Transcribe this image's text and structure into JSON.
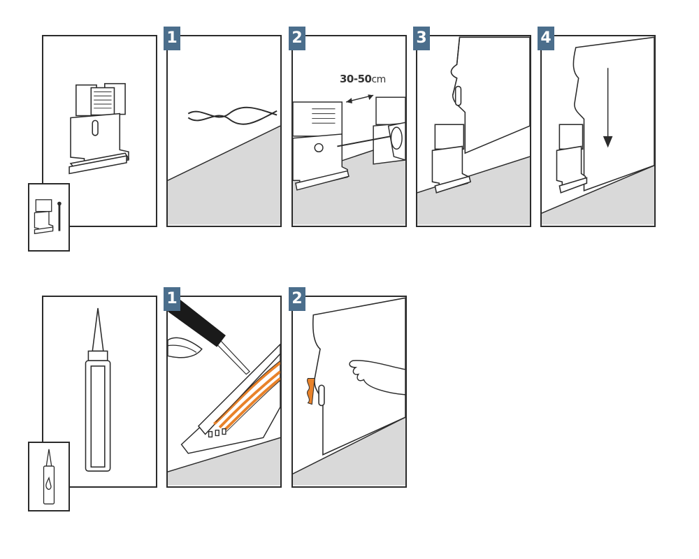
{
  "row1": {
    "steps": [
      {
        "number": "1"
      },
      {
        "number": "2",
        "distance_value": "30-50",
        "distance_unit": "cm"
      },
      {
        "number": "3"
      },
      {
        "number": "4"
      }
    ]
  },
  "row2": {
    "steps": [
      {
        "number": "1"
      },
      {
        "number": "2"
      }
    ]
  },
  "colors": {
    "badge": "#4b6e8c",
    "adhesive": "#e8822a",
    "floor": "#d9d9d9",
    "outline": "#2b2b2b"
  }
}
